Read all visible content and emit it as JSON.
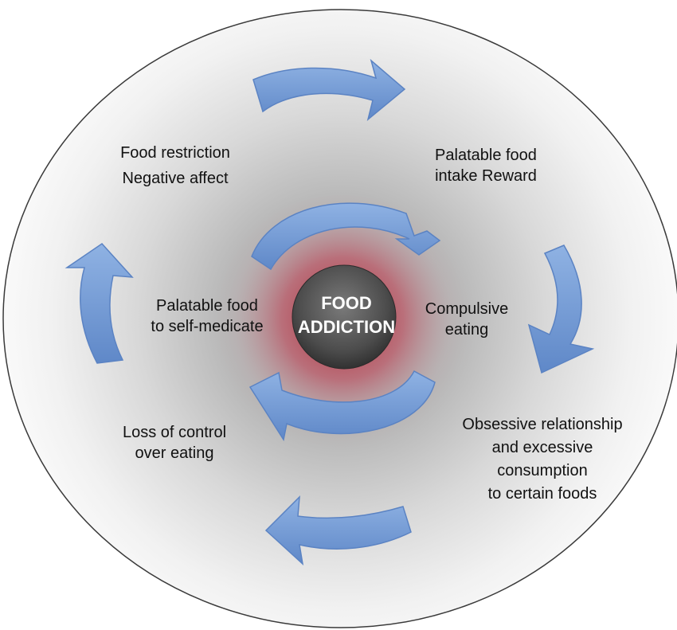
{
  "center": {
    "line1": "FOOD",
    "line2": "ADDICTION"
  },
  "outer_cycle": {
    "restriction": {
      "line1": "Food restriction",
      "line2": "Negative affect"
    },
    "reward": {
      "line1": "Palatable food",
      "line2": "intake Reward"
    },
    "obsessive": {
      "line1": "Obsessive relationship",
      "line2": "and excessive",
      "line3": "consumption",
      "line4": "to certain foods"
    },
    "loss_of_control": {
      "line1": "Loss of control",
      "line2": "over eating"
    }
  },
  "inner_cycle": {
    "self_medicate": {
      "line1": "Palatable food",
      "line2": "to self-medicate"
    },
    "compulsive": {
      "line1": "Compulsive",
      "line2": "eating"
    }
  },
  "colors": {
    "outer_ring": "#dcdcdc",
    "ring_outline": "#3a3a3a",
    "red_glow": "#b41e2a",
    "center_disc": "#4a4a4a",
    "arrow_fill": "#6f97d3",
    "arrow_stroke": "#5b83c3",
    "text": "#111111",
    "center_text": "#ffffff"
  }
}
